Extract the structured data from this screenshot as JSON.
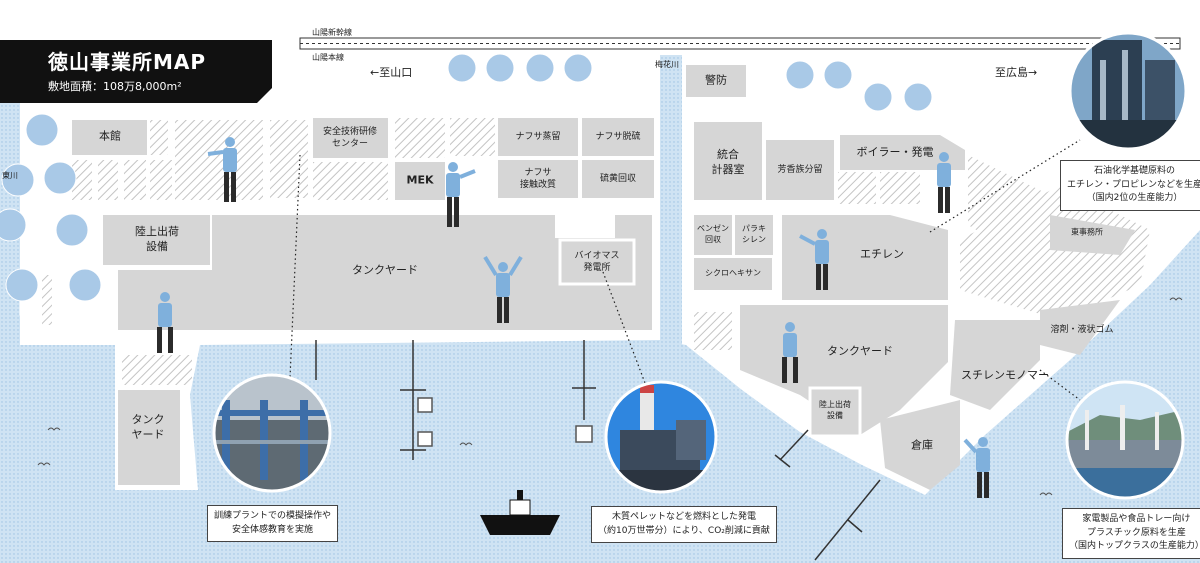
{
  "title": {
    "main": "徳山事業所MAP",
    "area": "敷地面積：108万8,000m²"
  },
  "railways": {
    "shinkansen": "山陽新幹線",
    "main_line": "山陽本線"
  },
  "directions": {
    "west": "←至山口",
    "east": "至広島→"
  },
  "river_name": "梅花川",
  "facilities": {
    "honkan": "本館",
    "anzen": "安全技術研修\nセンター",
    "naphtha_distill": "ナフサ蒸留",
    "naphtha_desulf": "ナフサ脱硫",
    "mek": "MEK",
    "naphtha_catalytic": "ナフサ\n接触改質",
    "sulfur": "硫黄回収",
    "land_shipping_left": "陸上出荷\n設備",
    "tank_yard_main": "タンクヤード",
    "biomass": "バイオマス\n発電所",
    "tank_yard_left": "タンク\nヤード",
    "keibou": "警防",
    "control_room": "統合\n計器室",
    "aromatics": "芳香族分留",
    "boiler": "ボイラー・発電",
    "benzene": "ベンゼン\n回収",
    "paraxylene": "パラキ\nシレン",
    "cyclohexane": "シクロヘキサン",
    "ethylene": "エチレン",
    "east_office": "東事務所",
    "solvent_rubber": "溶剤・液状ゴム",
    "tank_yard_east": "タンクヤード",
    "styrene": "スチレンモノマー",
    "land_shipping_right": "陸上出荷\n設備",
    "warehouse": "倉庫",
    "higashikawa": "東川"
  },
  "captions": {
    "training": "訓練プラントでの模擬操作や\n安全体感教育を実施",
    "biomass": "木質ペレットなどを燃料とした発電\n（約10万世帯分）により、CO₂削減に貢献",
    "petrochemical": "石油化学基礎原料の\nエチレン・プロピレンなどを生産\n（国内2位の生産能力）",
    "plastic": "家電製品や食品トレー向け\nプラスチック原料を生産\n（国内トップクラスの生産能力）"
  },
  "colors": {
    "sea": "#cfe3f3",
    "building": "#d6d6d6",
    "accent_blue": "#7fb0dc",
    "title_bg": "#111111"
  },
  "photos": [
    "training-plant-photo",
    "biomass-plant-photo",
    "petrochemical-plant-photo",
    "styrene-plant-photo"
  ]
}
